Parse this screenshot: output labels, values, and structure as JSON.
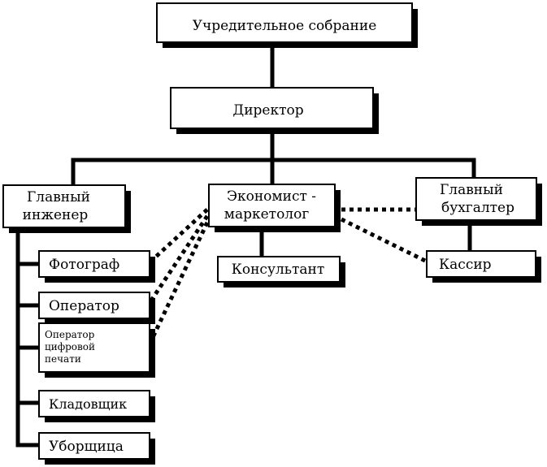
{
  "nodes": {
    "founders": "Учредительное собрание",
    "director": "Директор",
    "chief_engineer": [
      "Главный",
      "инженер"
    ],
    "economist": [
      "Экономист -",
      "маркетолог"
    ],
    "chief_accountant": [
      "Главный",
      "бухгалтер"
    ],
    "photographer": "Фотограф",
    "operator": "Оператор",
    "digital_operator": [
      "Оператор",
      "цифровой",
      "печати"
    ],
    "storekeeper": "Кладовщик",
    "cleaner": "Уборщица",
    "consultant": "Консультант",
    "cashier": "Кассир"
  }
}
